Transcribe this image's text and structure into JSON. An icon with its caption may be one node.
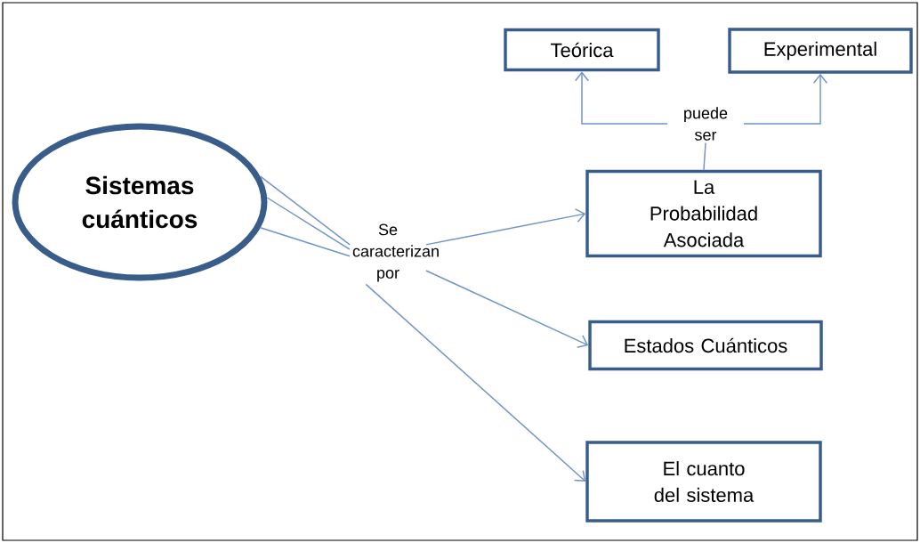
{
  "diagram": {
    "nodes": [
      {
        "text": [
          "Sistemas cuánticos"
        ]
      },
      {
        "text": [
          "Se caracterizan por"
        ]
      },
      {
        "text": [
          "La Probabilidad Asociada"
        ]
      },
      {
        "text": [
          "Estados Cuánticos"
        ]
      },
      {
        "text": [
          "El cuanto del sistema"
        ]
      },
      {
        "text": [
          "puede ser"
        ]
      },
      {
        "text": [
          "Teórica"
        ]
      },
      {
        "text": [
          "Experimental"
        ]
      }
    ],
    "edges": [
      {
        "from": 0,
        "to": 1,
        "arrow": "none"
      },
      {
        "from": 0,
        "to": 1,
        "arrow": "none"
      },
      {
        "from": 0,
        "to": 1,
        "arrow": "none"
      },
      {
        "from": 1,
        "to": 2,
        "arrow": "to"
      },
      {
        "from": 1,
        "to": 3,
        "arrow": "to"
      },
      {
        "from": 1,
        "to": 4,
        "arrow": "to"
      },
      {
        "from": 2,
        "to": 5,
        "arrow": "none"
      },
      {
        "from": 5,
        "to": 6,
        "arrow": "to"
      },
      {
        "from": 5,
        "to": 7,
        "arrow": "to"
      }
    ]
  }
}
